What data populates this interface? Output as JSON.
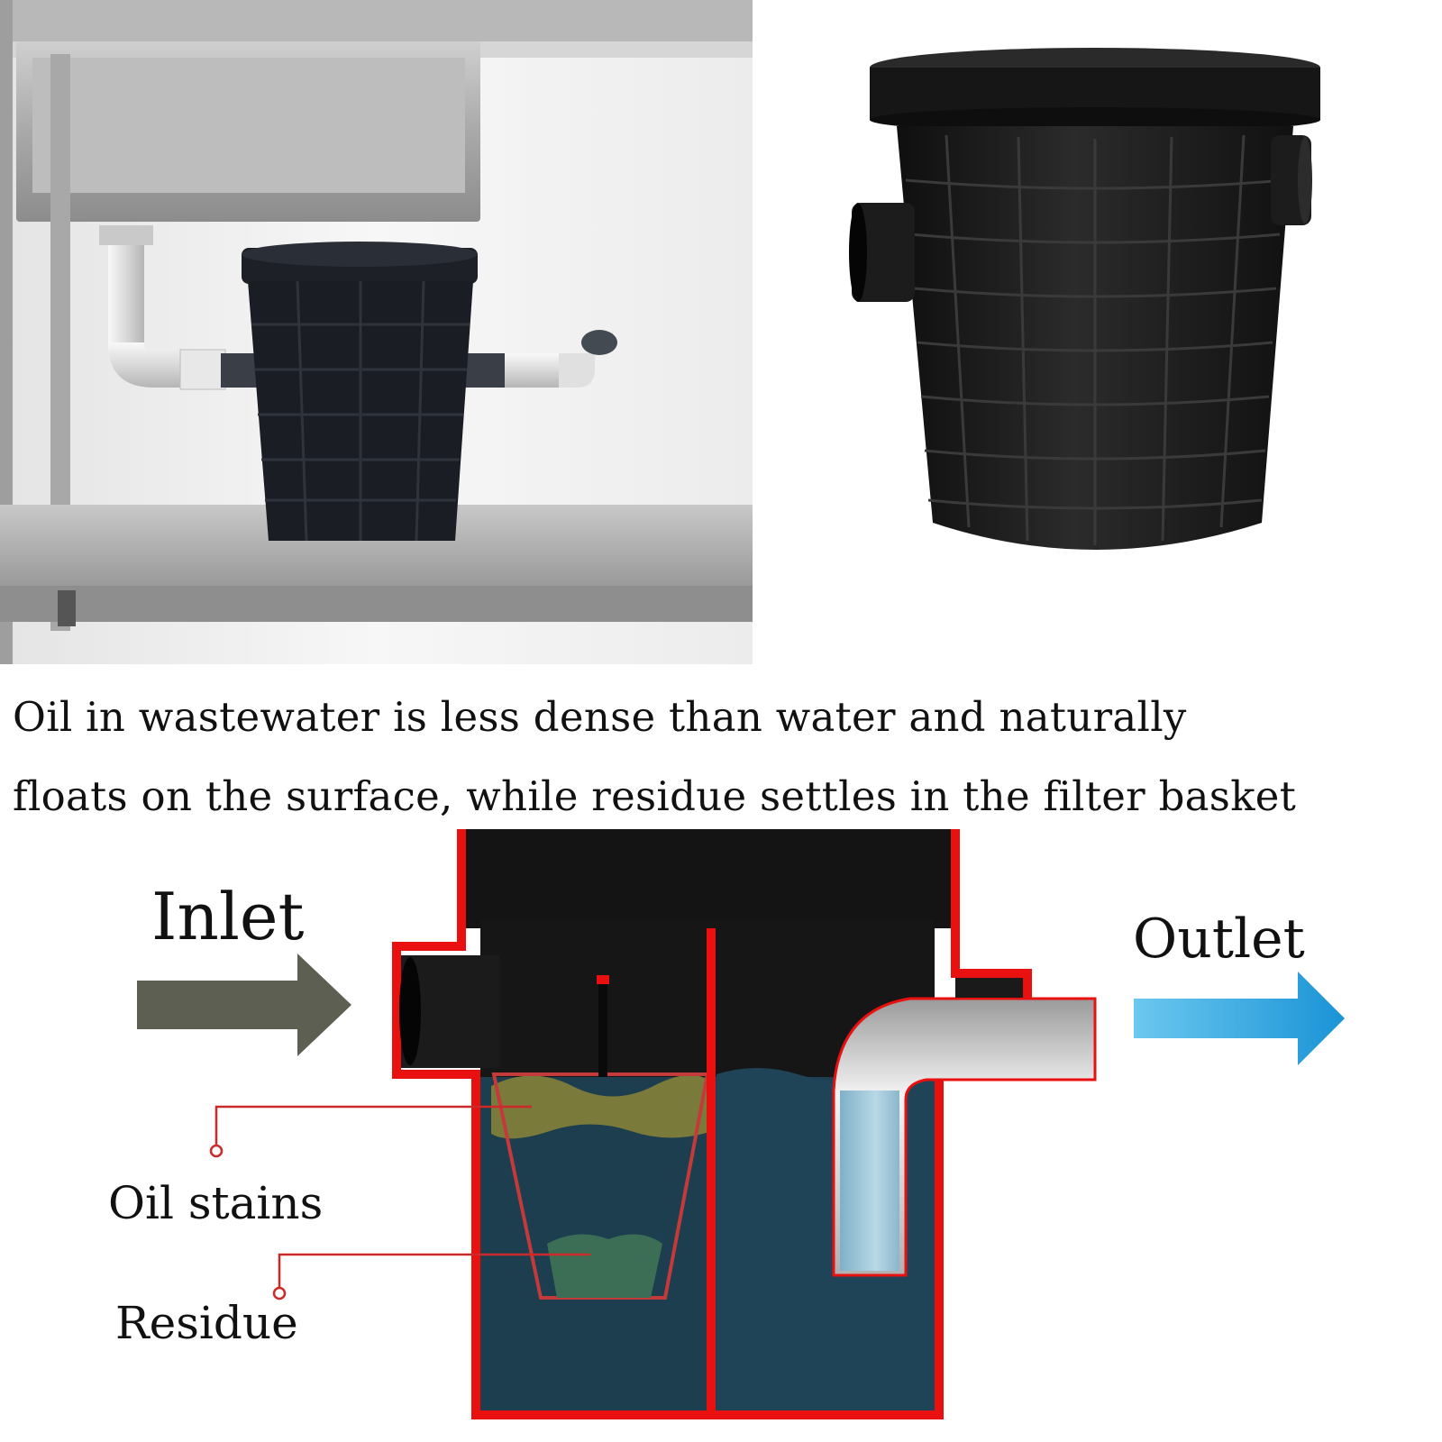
{
  "caption": {
    "line1": "Oil in wastewater is less dense than water and naturally",
    "line2": "floats on the surface, while residue settles in the filter basket"
  },
  "diagram": {
    "inlet_label": "Inlet",
    "outlet_label": "Outlet",
    "oil_label": "Oil stains",
    "residue_label": "Residue"
  },
  "colors": {
    "tank_black": "#141414",
    "cutaway_red": "#e8110f",
    "water": "#1c3e4f",
    "oil_layer": "#7a7a3a",
    "residue": "#3c6e55",
    "inlet_arrow": "#5c5f52",
    "outlet_arrow": "#2fa6e0",
    "leader_line": "#cc2a2a"
  },
  "icons": {
    "inlet_arrow": "arrow-right-icon",
    "outlet_arrow": "arrow-right-icon"
  }
}
